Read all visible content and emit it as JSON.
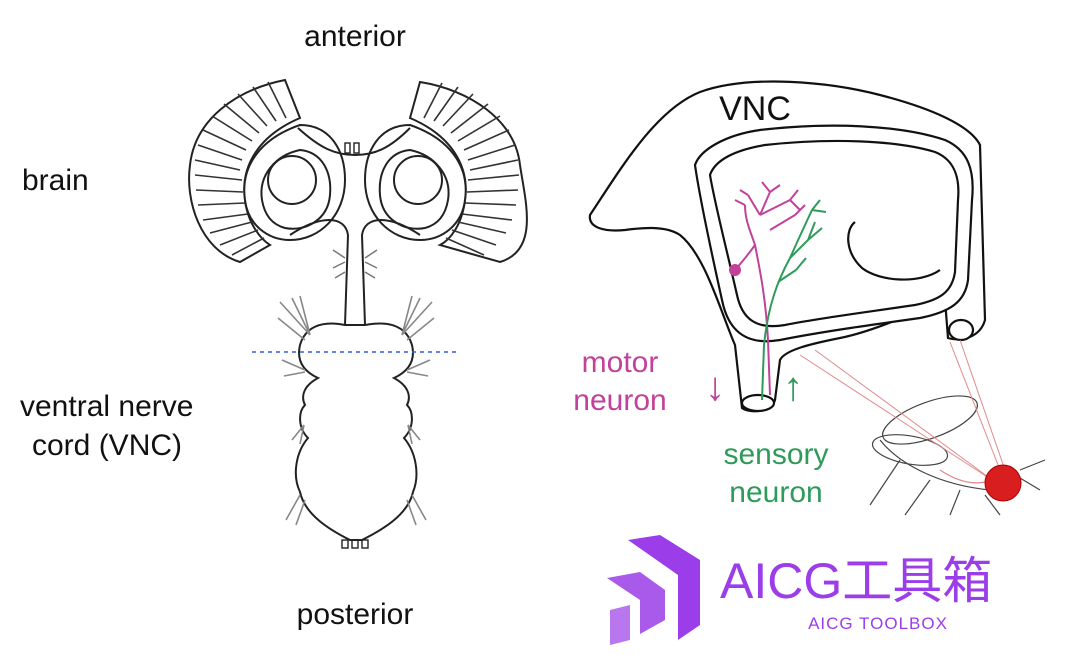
{
  "left_panel": {
    "anterior": "anterior",
    "brain": "brain",
    "vnc_line1": "ventral nerve",
    "vnc_line2": "cord (VNC)",
    "posterior": "posterior"
  },
  "right_panel": {
    "vnc": "VNC",
    "motor_line1": "motor",
    "motor_line2": "neuron",
    "sensory_line1": "sensory",
    "sensory_line2": "neuron",
    "motor_arrow": "↓",
    "sensory_arrow": "↑"
  },
  "watermark": {
    "title": "AICG工具箱",
    "subtitle": "AICG TOOLBOX"
  },
  "colors": {
    "motor": "#c2419a",
    "sensory": "#2e9b5a",
    "watermark": "#9b3de8",
    "fly_eye": "#d81e1e",
    "dashed_line": "#3a5fd6"
  }
}
